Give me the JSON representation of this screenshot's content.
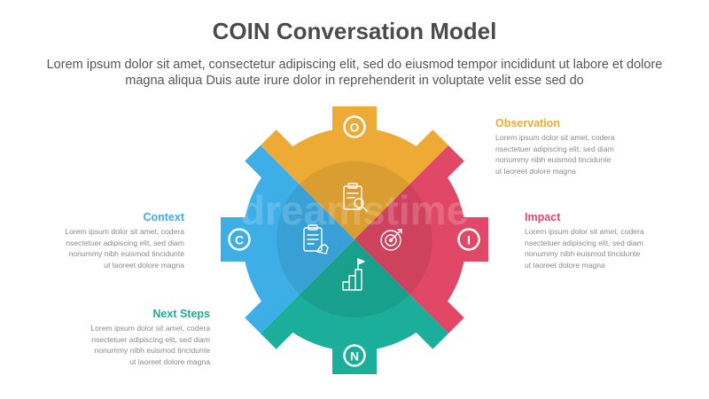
{
  "title": "COIN Conversation Model",
  "subtitle": "Lorem ipsum dolor sit amet, consectetur adipiscing elit, sed do eiusmod tempor incididunt ut labore et dolore magna aliqua Duis aute irure dolor in reprehenderit in voluptate velit esse sed do",
  "watermark": "dreamstime",
  "segments": {
    "observation": {
      "letter": "O",
      "heading": "Observation",
      "body": "Lorem ipsum dolor sit amet, codera\nnsectetuer adipiscing elit, sed diam\nnonummy nibh euismod tincidunte\nut laoreet dolore magna",
      "color": "#EDAB36",
      "icon": "clipboard-search-icon"
    },
    "impact": {
      "letter": "I",
      "heading": "Impact",
      "body": "Lorem ipsum dolor sit amet, codera\nnsectetuer adipiscing elit, sed diam\nnonummy nibh euismod tincidunte\nut laoreet dolore magna",
      "color": "#E14867",
      "icon": "target-arrow-icon"
    },
    "context": {
      "letter": "C",
      "heading": "Context",
      "body": "Lorem ipsum dolor sit amet, codera\nnsectetuer adipiscing elit, sed diam\nnonummy nibh euismod tincidunte\nut laoreet dolore magna",
      "color": "#3DAEE6",
      "icon": "clipboard-hand-icon"
    },
    "nextsteps": {
      "letter": "N",
      "heading": "Next Steps",
      "body": "Lorem ipsum dolor sit amet, codera\nnsectetuer adipiscing elit, sed diam\nnonummy nibh euismod tincidunte\nut laoreet dolore magna",
      "color": "#1BAE9A",
      "icon": "stairs-flag-icon"
    }
  }
}
